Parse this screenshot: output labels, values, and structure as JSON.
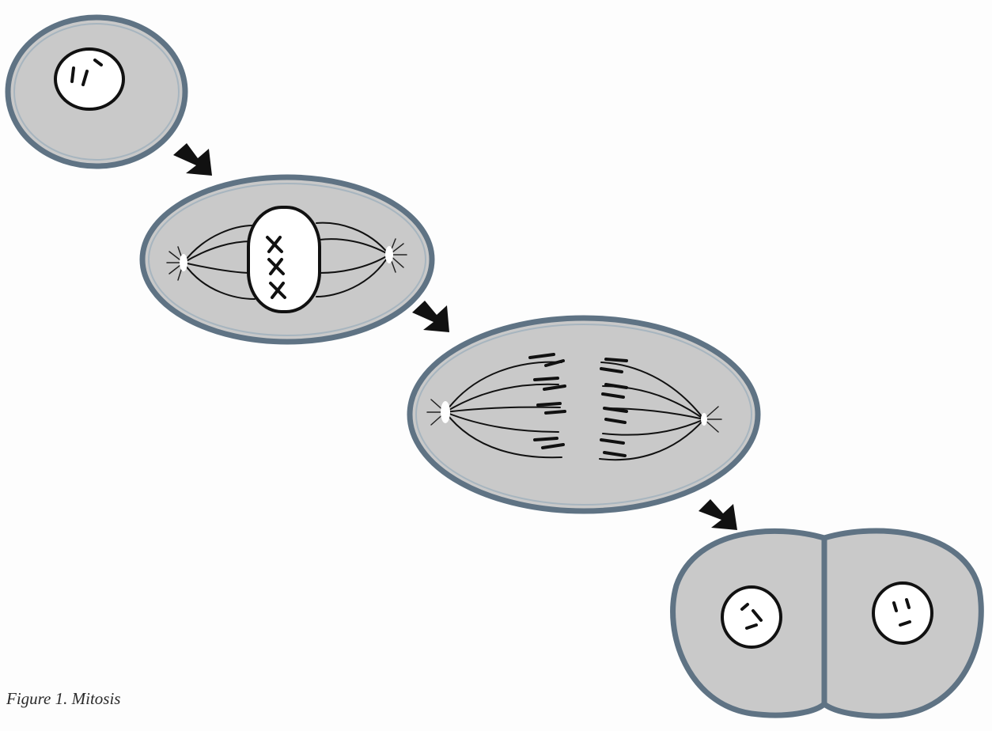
{
  "figure": {
    "caption": "Figure 1. Mitosis"
  },
  "colors": {
    "cytoplasm": "#c9c9c9",
    "membrane": "#5f7384",
    "nucleus": "#ffffff",
    "ink": "#111111",
    "background": "#fdfdfd"
  },
  "stages": [
    {
      "id": "interphase-cell"
    },
    {
      "id": "metaphase-cell"
    },
    {
      "id": "anaphase-cell"
    },
    {
      "id": "daughter-cells"
    }
  ],
  "arrows": [
    {
      "from": "interphase-cell",
      "to": "metaphase-cell"
    },
    {
      "from": "metaphase-cell",
      "to": "anaphase-cell"
    },
    {
      "from": "anaphase-cell",
      "to": "daughter-cells"
    }
  ]
}
